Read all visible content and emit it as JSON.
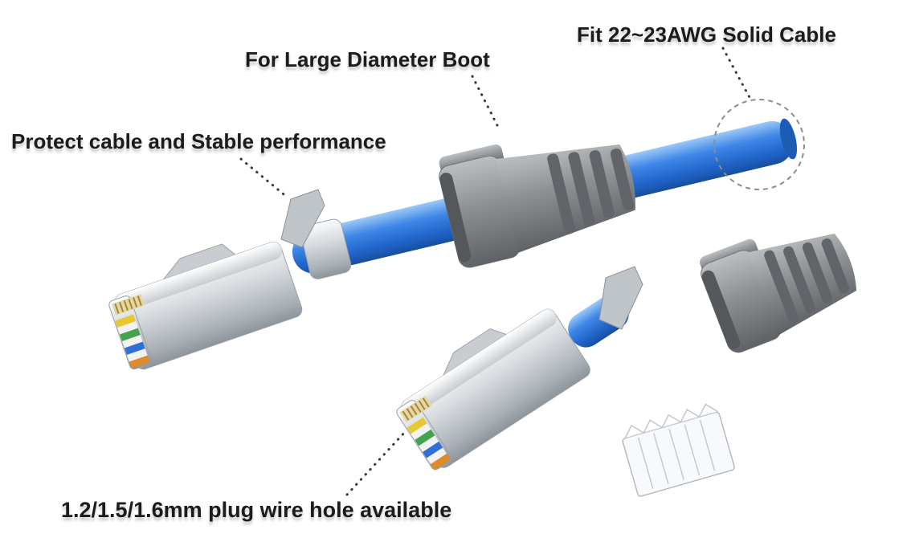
{
  "annotations": {
    "fit_cable": "Fit 22~23AWG Solid Cable",
    "large_boot": "For Large Diameter Boot",
    "protect": "Protect cable and Stable performance",
    "wire_hole": "1.2/1.5/1.6mm plug wire hole available"
  },
  "colors": {
    "text": "#1c1c1c",
    "leader_line": "#3a3a3a",
    "dashed_circle": "#8c8c8c",
    "cable_blue": "#2e7ae0",
    "boot_gray": "#8d9093",
    "metal_silver": "#c9ced3",
    "wire_yellow": "#e8c832",
    "wire_green": "#44a34f",
    "wire_blue": "#2f6fd6",
    "wire_orange": "#e08a2a",
    "gold_pins": "#c9a94e"
  }
}
